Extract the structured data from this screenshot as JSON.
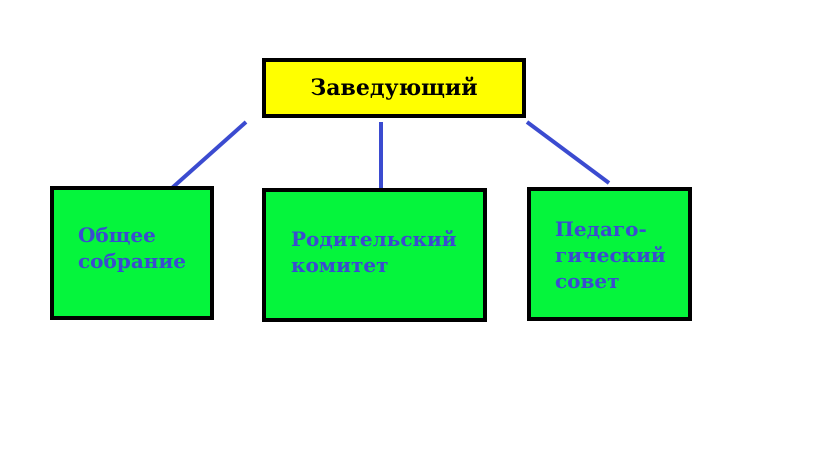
{
  "colors": {
    "top_fill": "#ffff00",
    "child_fill": "#05f53c",
    "child_text": "#3b4bd0",
    "connector": "#3b4bd0",
    "border": "#000000"
  },
  "head": {
    "label": "Заведующий"
  },
  "children": [
    {
      "label": "Общее\nсобрание"
    },
    {
      "label": "Родительский\nкомитет"
    },
    {
      "label": "Педаго-\nгический\nсовет"
    }
  ]
}
